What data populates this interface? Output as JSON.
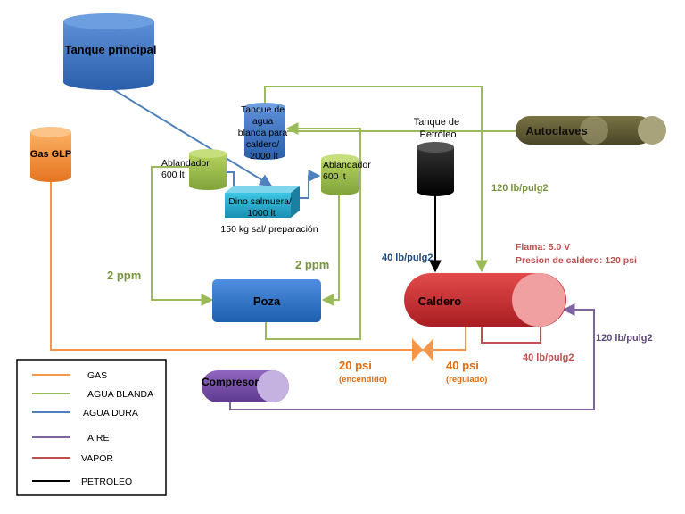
{
  "colors": {
    "gas": "#f79646",
    "agua_blanda": "#9bbb59",
    "agua_dura": "#4f81bd",
    "aire": "#8064a2",
    "vapor": "#c0504d",
    "petroleo": "#000000"
  },
  "nodes": {
    "tanque_principal": "Tanque principal",
    "tanque_agua": [
      "Tanque de",
      "agua",
      "blanda para",
      "caldero/",
      "2000 lt"
    ],
    "ablandador_left": [
      "Ablandador",
      "600 lt"
    ],
    "ablandador_right": [
      "Ablandador",
      "600 lt"
    ],
    "dino": [
      "Dino salmuera/",
      "1000 lt"
    ],
    "dino_caption": "150 kg sal/ preparación",
    "gas_glp": "Gas GLP",
    "tanque_petroleo": [
      "Tanque de",
      "Petróleo"
    ],
    "autoclaves": "Autoclaves",
    "poza": "Poza",
    "caldero": "Caldero",
    "compresor": "Compresor"
  },
  "annotations": {
    "ppm_left": "2 ppm",
    "ppm_right": "2 ppm",
    "lb_autoclaves": "120 lb/pulg2",
    "lb_petroleo": "40 lb/pulg2",
    "flama": "Flama: 5.0 V",
    "presion": "Presion de caldero: 120 psi",
    "lb_aire": "120 lb/pulg2",
    "lb_vapor": "40 lb/pulg2",
    "psi_20": "20 psi",
    "encendido": "(encendido)",
    "psi_40": "40 psi",
    "regulado": "(regulado)"
  },
  "legend": {
    "items": [
      {
        "label": "GAS",
        "color": "#f79646"
      },
      {
        "label": "AGUA BLANDA",
        "color": "#9bbb59"
      },
      {
        "label": "AGUA DURA",
        "color": "#4f81bd"
      },
      {
        "label": "AIRE",
        "color": "#8064a2"
      },
      {
        "label": "VAPOR",
        "color": "#c0504d"
      },
      {
        "label": "PETROLEO",
        "color": "#000000"
      }
    ]
  }
}
